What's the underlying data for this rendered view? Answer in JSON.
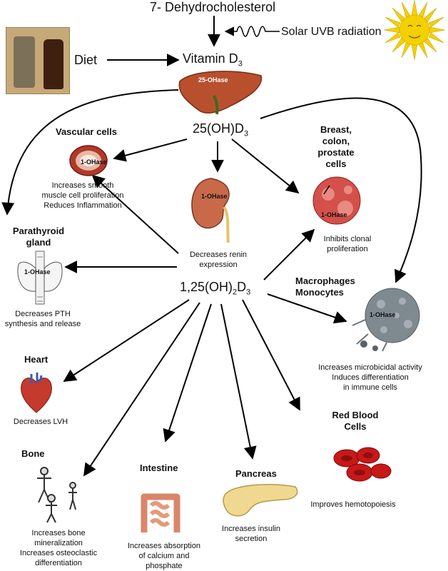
{
  "top": {
    "precursor": "7- Dehydrocholesterol",
    "uvb": "Solar UVB radiation",
    "diet": "Diet",
    "vitd3": "Vitamin D",
    "vitd3_sub": "3"
  },
  "liver": {
    "enzyme": "25-OHase"
  },
  "calcidiol": {
    "main": "25(OH)D",
    "sub": "3"
  },
  "calcitriol": {
    "main": "1,25(OH)",
    "sub1": "2",
    "mid": "D",
    "sub2": "3"
  },
  "targets": {
    "vascular": {
      "title": "Vascular cells",
      "enzyme": "1-OHase",
      "desc1": "Increases smooth",
      "desc2": "muscle cell proliferation",
      "desc3": "Reduces Inflammation"
    },
    "kidney": {
      "enzyme": "1-OHase",
      "desc1": "Decreases renin",
      "desc2": "expression"
    },
    "breast": {
      "title1": "Breast,",
      "title2": "colon,",
      "title3": "prostate",
      "title4": "cells",
      "enzyme": "1-OHase",
      "desc1": "Inhibits clonal",
      "desc2": "proliferation"
    },
    "parathyroid": {
      "title1": "Parathyroid",
      "title2": "gland",
      "enzyme": "1-OHase",
      "desc1": "Decreases PTH",
      "desc2": "synthesis and release"
    },
    "macrophages": {
      "title1": "Macrophages",
      "title2": "Monocytes",
      "enzyme": "1-OHase",
      "desc1": "Increases microbicidal activity",
      "desc2": "Induces differentiation",
      "desc3": "in immune cells"
    },
    "heart": {
      "title": "Heart",
      "desc": "Decreases LVH"
    },
    "bone": {
      "title": "Bone",
      "desc1": "Increases bone",
      "desc2": "mineralization",
      "desc3": "Increases osteoclastic",
      "desc4": "differentiation"
    },
    "intestine": {
      "title": "Intestine",
      "desc1": "Increases absorption",
      "desc2": "of calcium and",
      "desc3": "phosphate"
    },
    "pancreas": {
      "title": "Pancreas",
      "desc1": "Increases insulin",
      "desc2": "secretion"
    },
    "rbc": {
      "title1": "Red Blood",
      "title2": "Cells",
      "desc": "Improves hemotopoiesis"
    }
  },
  "colors": {
    "liver": "#b8502e",
    "kidney": "#c86a4a",
    "vessel": "#b03a2a",
    "rbc": "#c81818",
    "sun": "#f4d000",
    "pancreas": "#f0d890",
    "intestine": "#e49a7a",
    "macrophage": "#7f8a90"
  }
}
